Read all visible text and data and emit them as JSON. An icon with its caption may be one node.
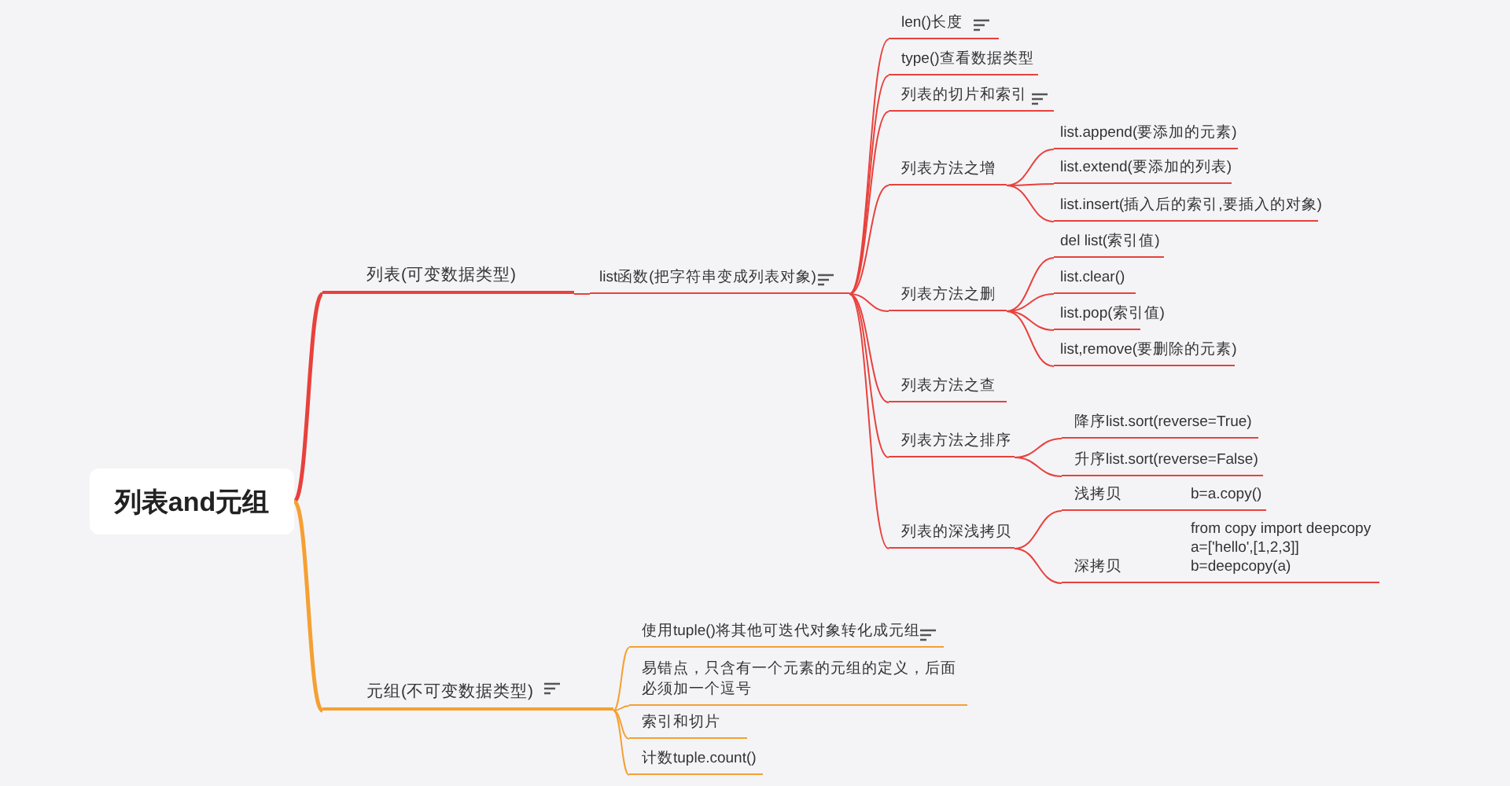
{
  "diagram": {
    "nodes": [
      {
        "text": [
          "列表and元组"
        ]
      },
      {
        "text": [
          "列表(可变数据类型)"
        ]
      },
      {
        "text": [
          "list函数(把字符串变成列表对象)"
        ]
      },
      {
        "text": [
          "len()长度"
        ]
      },
      {
        "text": [
          "type()查看数据类型"
        ]
      },
      {
        "text": [
          "列表的切片和索引"
        ]
      },
      {
        "text": [
          "列表方法之增"
        ]
      },
      {
        "text": [
          "list.append(要添加的元素)"
        ]
      },
      {
        "text": [
          "list.extend(要添加的列表)"
        ]
      },
      {
        "text": [
          "list.insert(插入后的索引,要插入的对象)"
        ]
      },
      {
        "text": [
          "列表方法之删"
        ]
      },
      {
        "text": [
          "del list(索引值)"
        ]
      },
      {
        "text": [
          "list.clear()"
        ]
      },
      {
        "text": [
          "list.pop(索引值)"
        ]
      },
      {
        "text": [
          "list,remove(要删除的元素)"
        ]
      },
      {
        "text": [
          "列表方法之查"
        ]
      },
      {
        "text": [
          "列表方法之排序"
        ]
      },
      {
        "text": [
          "降序list.sort(reverse=True)"
        ]
      },
      {
        "text": [
          "升序list.sort(reverse=False)"
        ]
      },
      {
        "text": [
          "列表的深浅拷贝"
        ]
      },
      {
        "text": [
          "浅拷贝"
        ],
        "beside": [
          "b=a.copy()"
        ]
      },
      {
        "text": [
          "深拷贝"
        ],
        "beside": [
          "from copy import deepcopy a=['hello',[1,2,3]] b=deepcopy(a)"
        ]
      },
      {
        "text": [
          "元组(不可变数据类型)"
        ]
      },
      {
        "text": [
          "使用tuple()将其他可迭代对象转化成元组"
        ]
      },
      {
        "text": [
          "易错点，只含有一个元素的元组的定义，后面必须加一个逗号"
        ]
      },
      {
        "text": [
          "索引和切片"
        ]
      },
      {
        "text": [
          "计数tuple.count()"
        ]
      }
    ],
    "edges": [
      {
        "from": 0,
        "to": 1,
        "arrow": "none",
        "style": "thick"
      },
      {
        "from": 1,
        "to": 2,
        "arrow": "none"
      },
      {
        "from": 2,
        "to": 3,
        "arrow": "none"
      },
      {
        "from": 2,
        "to": 4,
        "arrow": "none"
      },
      {
        "from": 2,
        "to": 5,
        "arrow": "none"
      },
      {
        "from": 2,
        "to": 6,
        "arrow": "none"
      },
      {
        "from": 6,
        "to": 7,
        "arrow": "none"
      },
      {
        "from": 6,
        "to": 8,
        "arrow": "none"
      },
      {
        "from": 6,
        "to": 9,
        "arrow": "none"
      },
      {
        "from": 2,
        "to": 10,
        "arrow": "none"
      },
      {
        "from": 10,
        "to": 11,
        "arrow": "none"
      },
      {
        "from": 10,
        "to": 12,
        "arrow": "none"
      },
      {
        "from": 10,
        "to": 13,
        "arrow": "none"
      },
      {
        "from": 10,
        "to": 14,
        "arrow": "none"
      },
      {
        "from": 2,
        "to": 15,
        "arrow": "none"
      },
      {
        "from": 2,
        "to": 16,
        "arrow": "none"
      },
      {
        "from": 16,
        "to": 17,
        "arrow": "none"
      },
      {
        "from": 16,
        "to": 18,
        "arrow": "none"
      },
      {
        "from": 2,
        "to": 19,
        "arrow": "none"
      },
      {
        "from": 19,
        "to": 20,
        "arrow": "none"
      },
      {
        "from": 19,
        "to": 21,
        "arrow": "none"
      },
      {
        "from": 0,
        "to": 22,
        "arrow": "none",
        "style": "thick",
        "color": "#f5a033"
      },
      {
        "from": 22,
        "to": 23,
        "arrow": "none",
        "color": "#f5a033"
      },
      {
        "from": 22,
        "to": 24,
        "arrow": "none",
        "color": "#f5a033"
      },
      {
        "from": 22,
        "to": 25,
        "arrow": "none",
        "color": "#f5a033"
      },
      {
        "from": 22,
        "to": 26,
        "arrow": "none",
        "color": "#f5a033"
      }
    ]
  }
}
